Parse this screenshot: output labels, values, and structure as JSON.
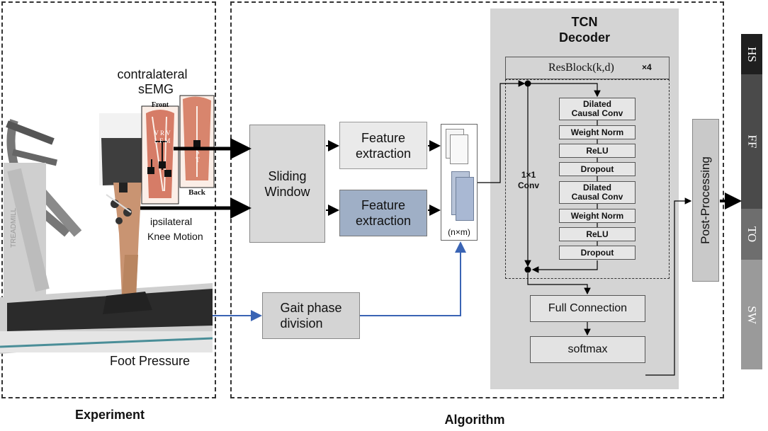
{
  "sections": {
    "experiment_label": "Experiment",
    "algorithm_label": "Algorithm"
  },
  "experiment": {
    "contralateral": "contralateral",
    "semg": "sEMG",
    "front_label": "Front",
    "back_label": "Back",
    "front_muscles": "V R V\nL F M",
    "back_muscles": "S\nT",
    "ipsilateral": "ipsilateral",
    "knee_motion": "Knee Motion",
    "foot_pressure": "Foot Pressure"
  },
  "blocks": {
    "sliding_window": "Sliding\nWindow",
    "feature_extraction_1": "Feature\nextraction",
    "feature_extraction_2": "Feature\nextraction",
    "gait_phase": "Gait phase\ndivision",
    "matrix_label": "(n×m)"
  },
  "tcn": {
    "title": "TCN\nDecoder",
    "resblock": "ResBlock(k,d)",
    "repeat": "×4",
    "conv1x1": "1×1\nConv",
    "layers": [
      "Dilated\nCausal Conv",
      "Weight Norm",
      "ReLU",
      "Dropout",
      "Dilated\nCausal Conv",
      "Weight Norm",
      "ReLU",
      "Dropout"
    ],
    "full_connection": "Full Connection",
    "softmax": "softmax"
  },
  "post_processing": "Post-Processing",
  "phases": [
    {
      "label": "HS",
      "color": "#1f1f1f"
    },
    {
      "label": "FF",
      "color": "#4a4a4a"
    },
    {
      "label": "TO",
      "color": "#6e6e6e"
    },
    {
      "label": "SW",
      "color": "#9a9a9a"
    }
  ],
  "colors": {
    "arrow_blue": "#3a64b4",
    "feature2_fill": "#9fafc6",
    "matrix_fill": "#a9b8d3"
  }
}
